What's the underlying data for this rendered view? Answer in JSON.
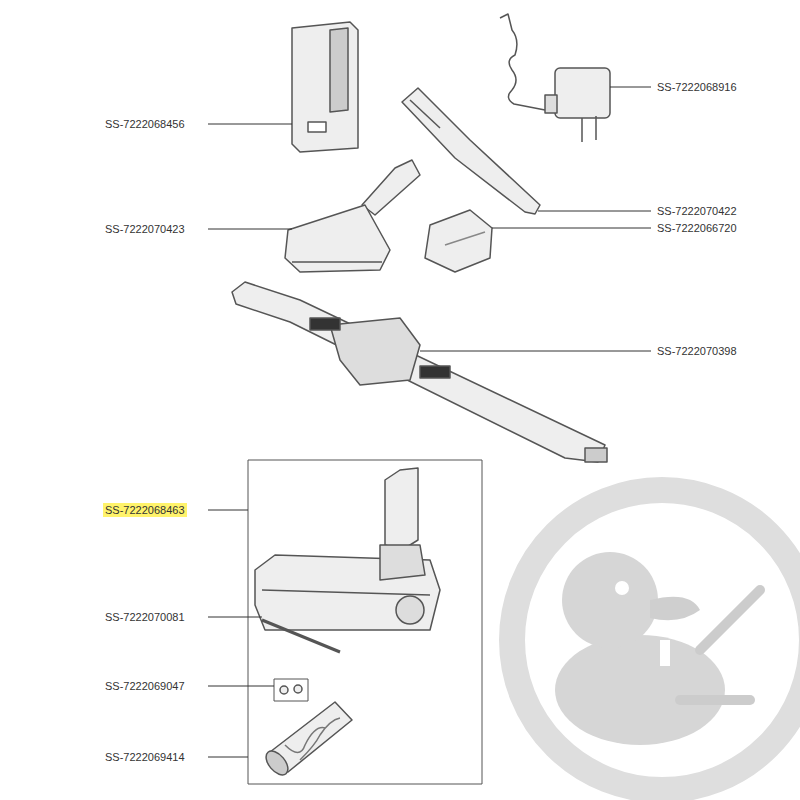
{
  "diagram": {
    "labels": [
      "SS-7222068916",
      "SS-7222068456",
      "SS-7222070422",
      "SS-7222070423",
      "SS-7222066720",
      "SS-7222070398",
      "SS-7222068463",
      "SS-7222070081",
      "SS-7222069047",
      "SS-7222069414"
    ]
  }
}
